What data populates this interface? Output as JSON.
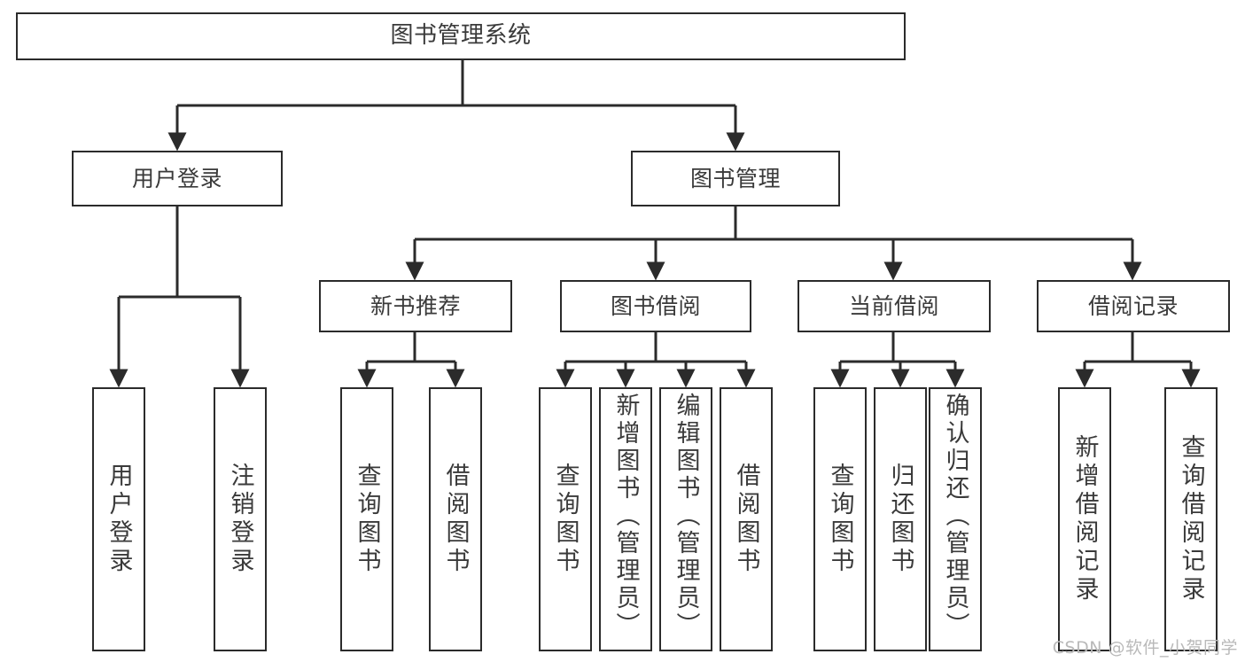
{
  "diagram": {
    "title": "图书管理系统",
    "type": "tree",
    "stroke_color": "#2b2b2b",
    "text_color": "#3a3a3a",
    "background_color": "#ffffff",
    "watermark": "CSDN @软件_小贺同学"
  },
  "nodes": {
    "root": {
      "label": "图书管理系统"
    },
    "level2": [
      {
        "id": "user-login",
        "label": "用户登录"
      },
      {
        "id": "book-manage",
        "label": "图书管理"
      }
    ],
    "level3": [
      {
        "id": "new-book-recommend",
        "label": "新书推荐"
      },
      {
        "id": "book-borrow",
        "label": "图书借阅"
      },
      {
        "id": "current-borrow",
        "label": "当前借阅"
      },
      {
        "id": "borrow-record",
        "label": "借阅记录"
      }
    ],
    "leaves": {
      "user_login": [
        {
          "id": "leaf-user-login",
          "label": "用户登录"
        },
        {
          "id": "leaf-logout",
          "label": "注销登录"
        }
      ],
      "new_book_recommend": [
        {
          "id": "leaf-query-book-1",
          "label": "查询图书"
        },
        {
          "id": "leaf-borrow-book-1",
          "label": "借阅图书"
        }
      ],
      "book_borrow": [
        {
          "id": "leaf-query-book-2",
          "label": "查询图书"
        },
        {
          "id": "leaf-add-book",
          "label": "新增图书（管理员）"
        },
        {
          "id": "leaf-edit-book",
          "label": "编辑图书（管理员）"
        },
        {
          "id": "leaf-borrow-book-2",
          "label": "借阅图书"
        }
      ],
      "current_borrow": [
        {
          "id": "leaf-query-book-3",
          "label": "查询图书"
        },
        {
          "id": "leaf-return-book",
          "label": "归还图书"
        },
        {
          "id": "leaf-confirm-return",
          "label": "确认归还（管理员）"
        }
      ],
      "borrow_record": [
        {
          "id": "leaf-add-record",
          "label": "新增借阅记录"
        },
        {
          "id": "leaf-query-record",
          "label": "查询借阅记录"
        }
      ]
    }
  }
}
